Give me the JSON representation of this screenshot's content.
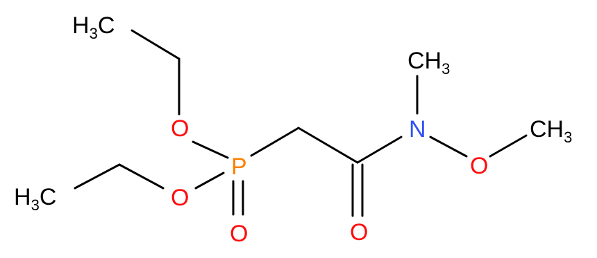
{
  "atoms": {
    "methyl_top": {
      "symbol": "H",
      "sub": "3",
      "rest": "C"
    },
    "methyl_left": {
      "symbol": "H",
      "sub": "3",
      "rest": "C"
    },
    "n_methyl": {
      "main": "CH",
      "sub": "3"
    },
    "o_methyl": {
      "main": "CH",
      "sub": "3"
    },
    "o_top": "O",
    "o_mid": "O",
    "o_double_p": "O",
    "p": "P",
    "n": "N",
    "o_n": "O",
    "o_carbonyl": "O"
  },
  "colors": {
    "bond": "#000000",
    "carbon": "#000000",
    "oxygen": "#ff0d0d",
    "nitrogen": "#3050f8",
    "phosphorus": "#ff8000"
  }
}
